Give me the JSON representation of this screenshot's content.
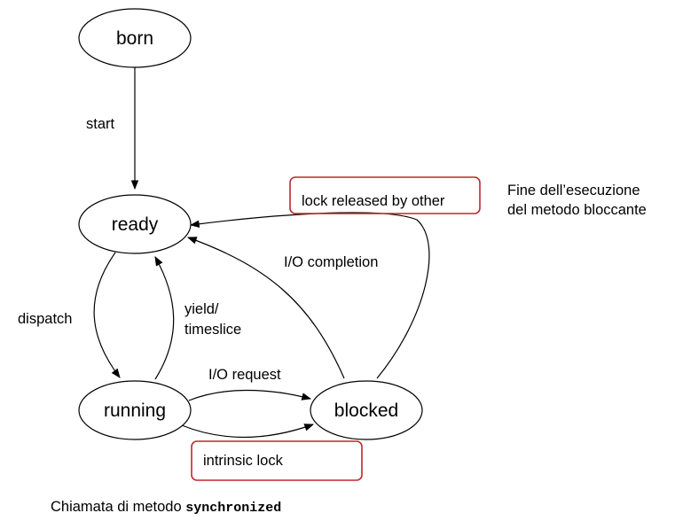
{
  "nodes": {
    "born": "born",
    "ready": "ready",
    "running": "running",
    "blocked": "blocked"
  },
  "edges": {
    "start": "start",
    "dispatch": "dispatch",
    "yield_line1": "yield/",
    "yield_line2": "timeslice",
    "io_request": "I/O request",
    "io_completion": "I/O completion",
    "lock_released": "lock released by other",
    "intrinsic_lock": "intrinsic lock"
  },
  "annotations": {
    "fine_line1": "Fine dell’esecuzione",
    "fine_line2": "del metodo bloccante",
    "caption_text": "Chiamata di metodo ",
    "caption_keyword": "synchronized"
  },
  "colors": {
    "highlight": "#c0272d",
    "stroke": "#000000"
  }
}
